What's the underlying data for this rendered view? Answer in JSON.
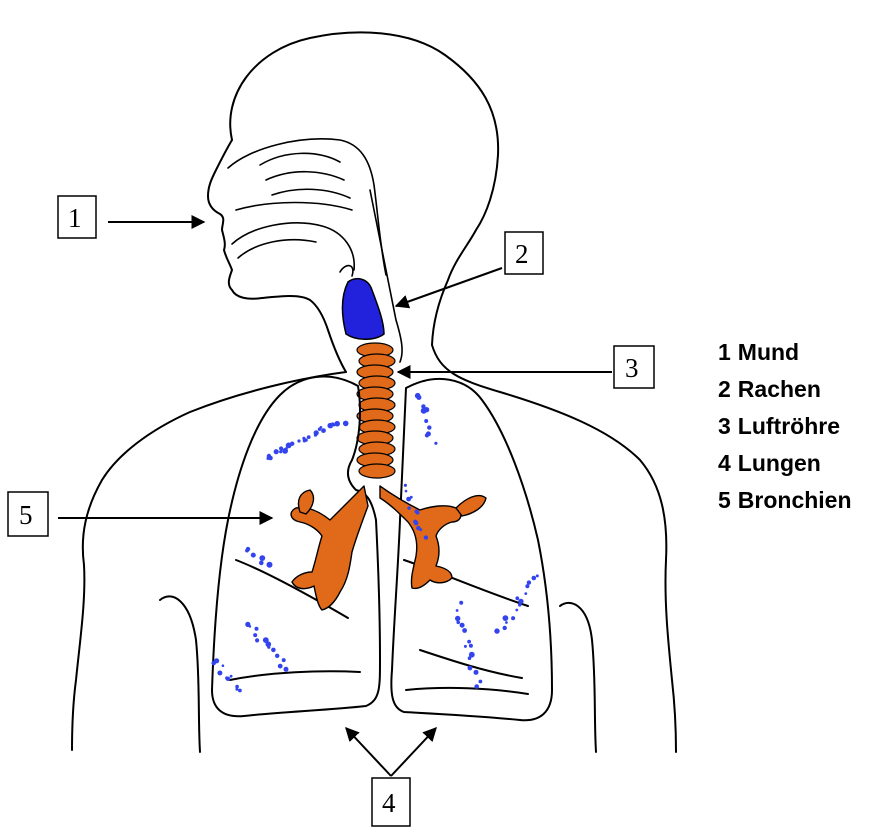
{
  "diagram": {
    "callouts": [
      {
        "id": "1",
        "label": "1"
      },
      {
        "id": "2",
        "label": "2"
      },
      {
        "id": "3",
        "label": "3"
      },
      {
        "id": "4",
        "label": "4"
      },
      {
        "id": "5",
        "label": "5"
      }
    ],
    "legend": [
      {
        "num": "1",
        "text": "Mund"
      },
      {
        "num": "2",
        "text": "Rachen"
      },
      {
        "num": "3",
        "text": "Luftröhre"
      },
      {
        "num": "4",
        "text": "Lungen"
      },
      {
        "num": "5",
        "text": "Bronchien"
      }
    ],
    "colors": {
      "outline": "#000000",
      "pharynx": "#2222dd",
      "trachea_bronchi": "#e06a1a",
      "alveoli": "#3344ee"
    }
  }
}
